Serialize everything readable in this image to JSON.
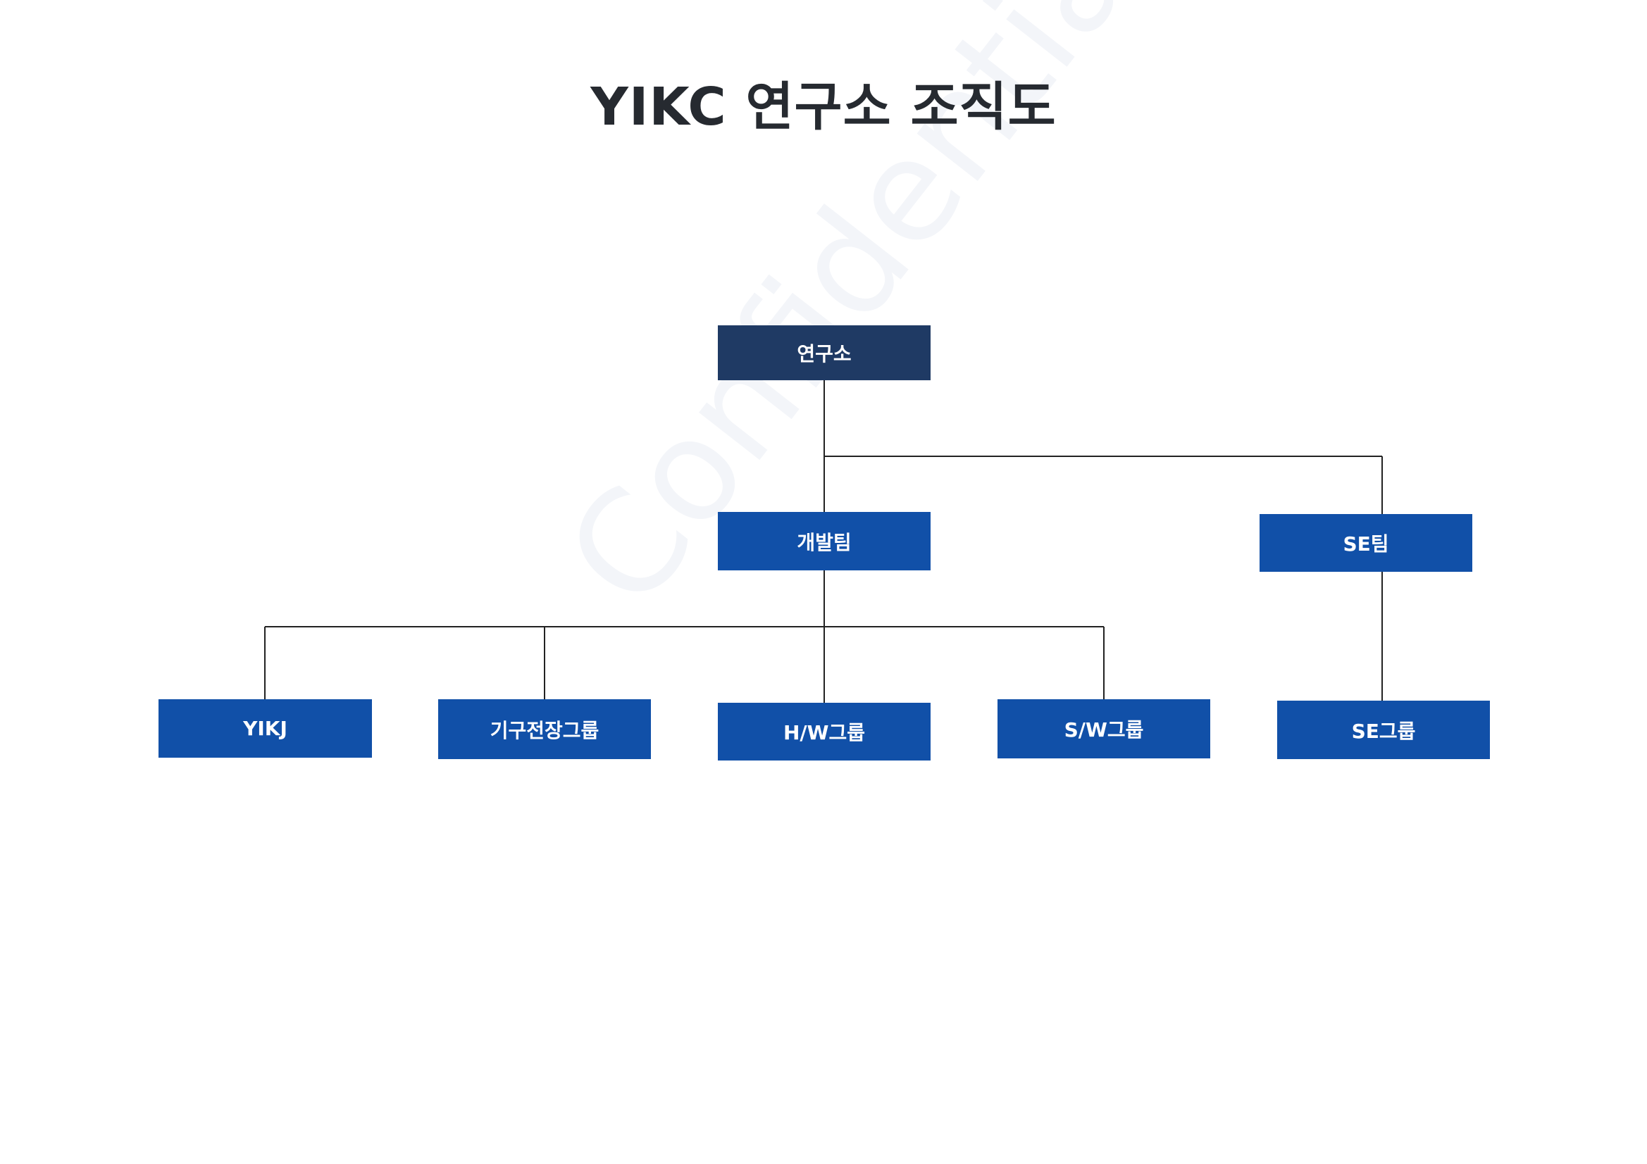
{
  "title": "YIKC 연구소 조직도",
  "watermark": "Confidential",
  "colors": {
    "root_box": "#1f3a64",
    "unit_box": "#1150a8",
    "connector": "#222222",
    "box_text": "#ffffff"
  },
  "org": {
    "root": "연구소",
    "teams": {
      "dev": "개발팀",
      "se": "SE팀"
    },
    "groups": {
      "yikj": "YIKJ",
      "mech": "기구전장그룹",
      "hw": "H/W그룹",
      "sw": "S/W그룹",
      "se": "SE그룹"
    }
  }
}
